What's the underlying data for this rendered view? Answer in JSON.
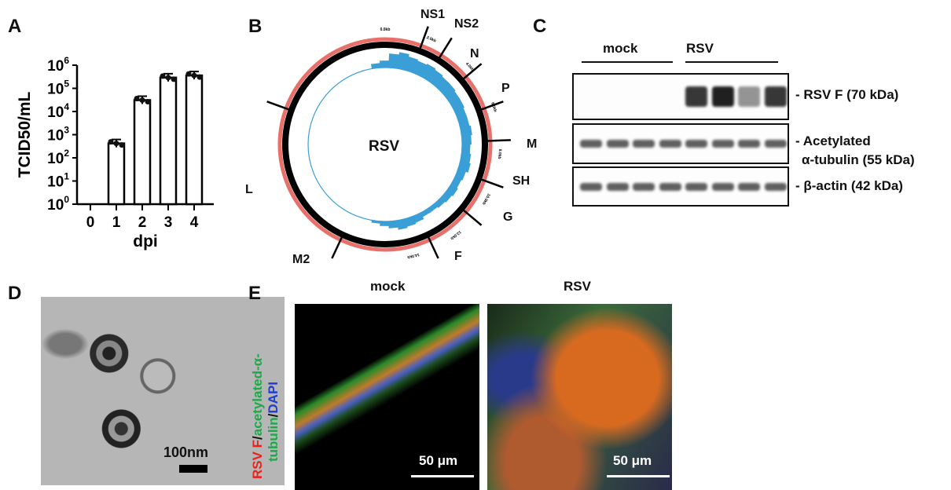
{
  "panels": {
    "A": "A",
    "B": "B",
    "C": "C",
    "D": "D",
    "E": "E"
  },
  "chart_data": {
    "type": "bar",
    "title": "",
    "xlabel": "dpi",
    "ylabel": "TCID50/mL",
    "yscale": "log",
    "ylim": [
      1,
      1000000
    ],
    "categories": [
      "0",
      "1",
      "2",
      "3",
      "4"
    ],
    "values": [
      null,
      420,
      31000,
      290000,
      360000
    ],
    "yticks": [
      "10^0",
      "10^1",
      "10^2",
      "10^3",
      "10^4",
      "10^5",
      "10^6"
    ],
    "ytick_exponents": [
      "0",
      "1",
      "2",
      "3",
      "4",
      "5",
      "6"
    ]
  },
  "genome": {
    "center": "RSV",
    "genes": [
      "NS1",
      "NS2",
      "N",
      "P",
      "M",
      "SH",
      "G",
      "F",
      "M2",
      "L"
    ],
    "scale_ticks": [
      "0.0kb",
      "2.0kb",
      "4.0kb",
      "6.0kb",
      "8.0kb",
      "10.0kb",
      "12.0kb",
      "14.0kb"
    ],
    "colors": {
      "coverage": "#3a9fd6",
      "outer": "#e8706a",
      "ring": "#000000"
    }
  },
  "blot": {
    "groups": [
      "mock",
      "RSV"
    ],
    "rows": [
      "- RSV F (70 kDa)",
      "- Acetylated",
      "α-tubulin (55 kDa)",
      "- β-actin (42 kDa)"
    ],
    "rsvF_intensity": [
      0,
      0,
      0,
      0,
      0.85,
      0.95,
      0.45,
      0.85
    ]
  },
  "em": {
    "scale": "100nm"
  },
  "if": {
    "conditions": [
      "mock",
      "RSV"
    ],
    "scale": "50 μm",
    "legend": {
      "red": "RSV F",
      "sep1": "/",
      "green1": "acetylated-α-",
      "green2": "tubulin",
      "sep2": "/",
      "blue": "DAPI"
    }
  }
}
